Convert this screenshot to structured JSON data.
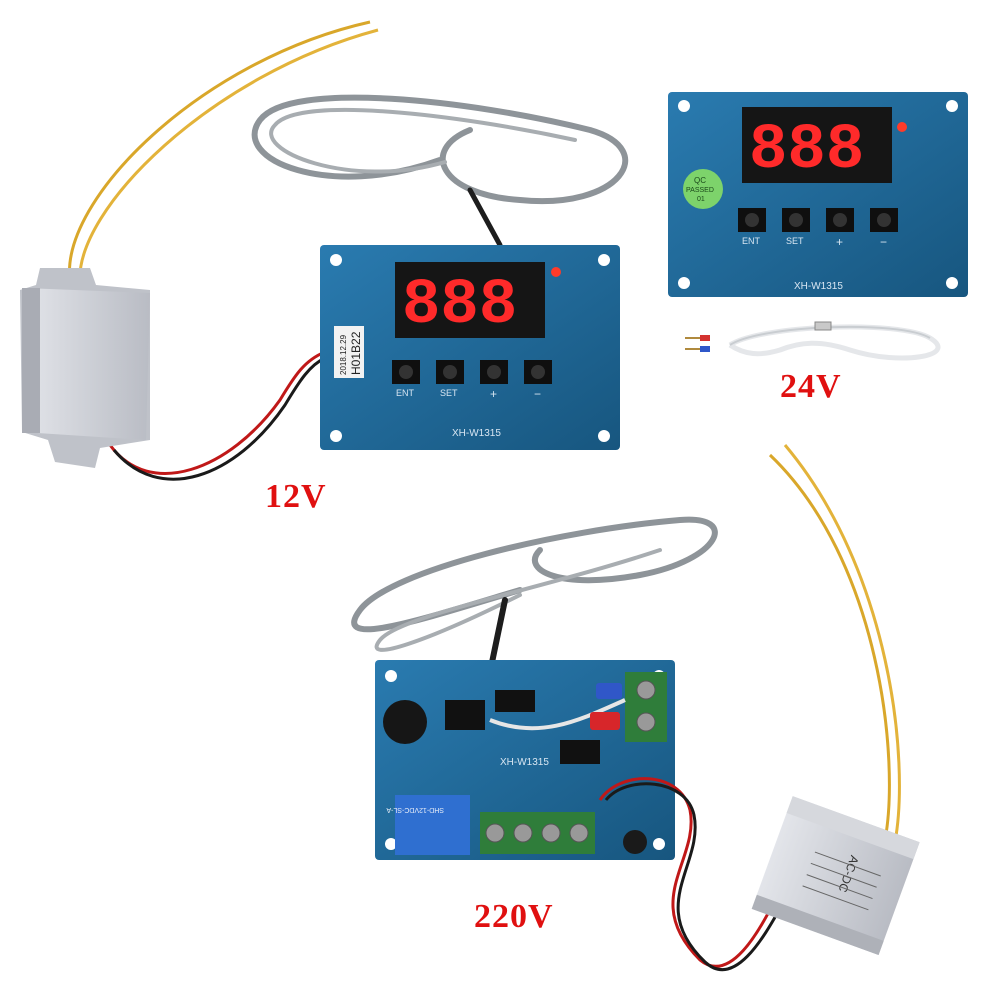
{
  "labels": {
    "v12": "12V",
    "v24": "24V",
    "v220": "220V"
  },
  "boards": {
    "model": "XH-W1315",
    "date_code": "2018.12.29",
    "lot_code": "H01B22",
    "button_ent": "ENT",
    "button_set": "SET",
    "button_plus": "+",
    "button_minus": "−",
    "qc_line1": "QC",
    "qc_line2": "PASSED",
    "qc_line3": "01",
    "relay_text": "SHD-12VDC-SL-A",
    "module_label": "AC-DC"
  },
  "colors": {
    "pcb": "#1e6a9c",
    "pcb_dark": "#154f78",
    "display": "#151515",
    "segment": "#ff2a2a",
    "label_red": "#e01010",
    "terminal_green": "#2f7d3a",
    "psu_gray": "#c9ccd2"
  },
  "icons": {
    "sensor_cable": "braided-thermocouple-icon",
    "led": "red-led-icon"
  }
}
